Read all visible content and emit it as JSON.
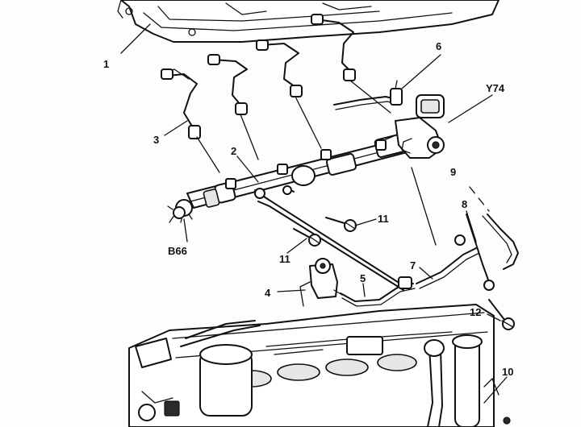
{
  "diagram": {
    "callouts": {
      "c1": "1",
      "c2": "2",
      "c3": "3",
      "c4": "4",
      "c5": "5",
      "c6": "6",
      "c7": "7",
      "c8": "8",
      "c9": "9",
      "c10": "10",
      "c11a": "11",
      "c11b": "11",
      "c12": "12",
      "cY74": "Y74",
      "cB66": "B66"
    }
  }
}
